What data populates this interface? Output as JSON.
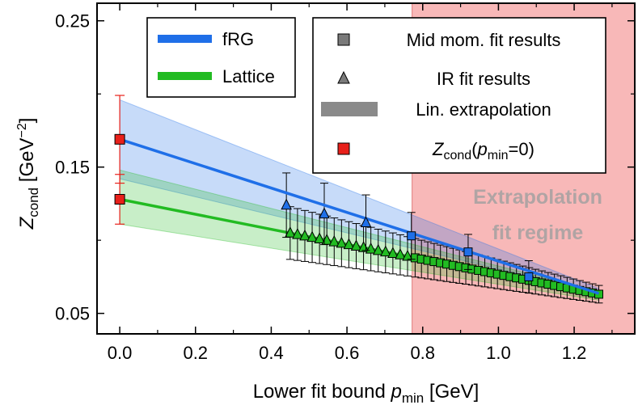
{
  "chart_data": {
    "type": "scatter",
    "xlabel": {
      "main": "Lower fit bound ",
      "var": "p",
      "sub": "min",
      "unit": " [GeV]"
    },
    "ylabel": {
      "var": "Z",
      "sub": "cond",
      "unit_pre": " [GeV",
      "unit_sup": "−2",
      "unit_post": "]"
    },
    "xlim": [
      -0.06,
      1.36
    ],
    "ylim": [
      0.036,
      0.262
    ],
    "xticks": [
      {
        "v": 0.0,
        "label": "0.0"
      },
      {
        "v": 0.2,
        "label": "0.2"
      },
      {
        "v": 0.4,
        "label": "0.4"
      },
      {
        "v": 0.6,
        "label": "0.6"
      },
      {
        "v": 0.8,
        "label": "0.8"
      },
      {
        "v": 1.0,
        "label": "1.0"
      },
      {
        "v": 1.2,
        "label": "1.2"
      }
    ],
    "yticks": [
      {
        "v": 0.05,
        "label": "0.05"
      },
      {
        "v": 0.15,
        "label": "0.15"
      },
      {
        "v": 0.25,
        "label": "0.25"
      }
    ],
    "extrapolation_regime": {
      "x_start": 0.772,
      "label_line1": "Extrapolation",
      "label_line2": "fit regime",
      "color": "#f5a0a0"
    },
    "colors": {
      "frg": "#1f6fe8",
      "lattice": "#22bb22",
      "zero": "#e8201a"
    },
    "frg_line": {
      "y0": 0.169,
      "slope": -0.0833,
      "band_upper": [
        0.196,
        0.067
      ],
      "band_lower": [
        0.142,
        0.064
      ],
      "x_end": 1.265
    },
    "lattice_line": {
      "y0": 0.128,
      "slope": -0.0513,
      "band_upper": [
        0.148,
        0.065
      ],
      "band_lower": [
        0.111,
        0.059
      ],
      "x_end": 1.265
    },
    "zero_points": [
      {
        "series": "fRG",
        "x": 0.0,
        "y": 0.169,
        "err": 0.03
      },
      {
        "series": "Lattice",
        "x": 0.0,
        "y": 0.128,
        "err": 0.017
      }
    ],
    "frg_ir_triangles": [
      {
        "x": 0.44,
        "y": 0.124,
        "err": 0.022
      },
      {
        "x": 0.54,
        "y": 0.118,
        "err": 0.021
      },
      {
        "x": 0.65,
        "y": 0.112,
        "err": 0.019
      }
    ],
    "frg_mid_squares": [
      {
        "x": 0.77,
        "y": 0.103,
        "err": 0.016
      },
      {
        "x": 0.92,
        "y": 0.092,
        "err": 0.012
      },
      {
        "x": 1.08,
        "y": 0.075,
        "err": 0.011
      }
    ],
    "lattice_ir_triangles": {
      "x_start": 0.45,
      "x_end": 0.76,
      "count": 17
    },
    "lattice_mid_squares": {
      "x_start": 0.78,
      "x_end": 1.265,
      "count": 30
    },
    "legend_left": [
      {
        "label": "fRG",
        "swatch": "frg-line"
      },
      {
        "label": "Lattice",
        "swatch": "lattice-line"
      }
    ],
    "legend_right": [
      {
        "label": "Mid mom. fit results",
        "swatch": "gray-square"
      },
      {
        "label": "IR fit results",
        "swatch": "gray-triangle"
      },
      {
        "label": "Lin. extrapolation",
        "swatch": "gray-band"
      },
      {
        "label_var": "Z",
        "label_sub": "cond",
        "label_mid": "(",
        "label_var2": "p",
        "label_sub2": "min",
        "label_end": "=0)",
        "swatch": "red-square"
      }
    ]
  }
}
